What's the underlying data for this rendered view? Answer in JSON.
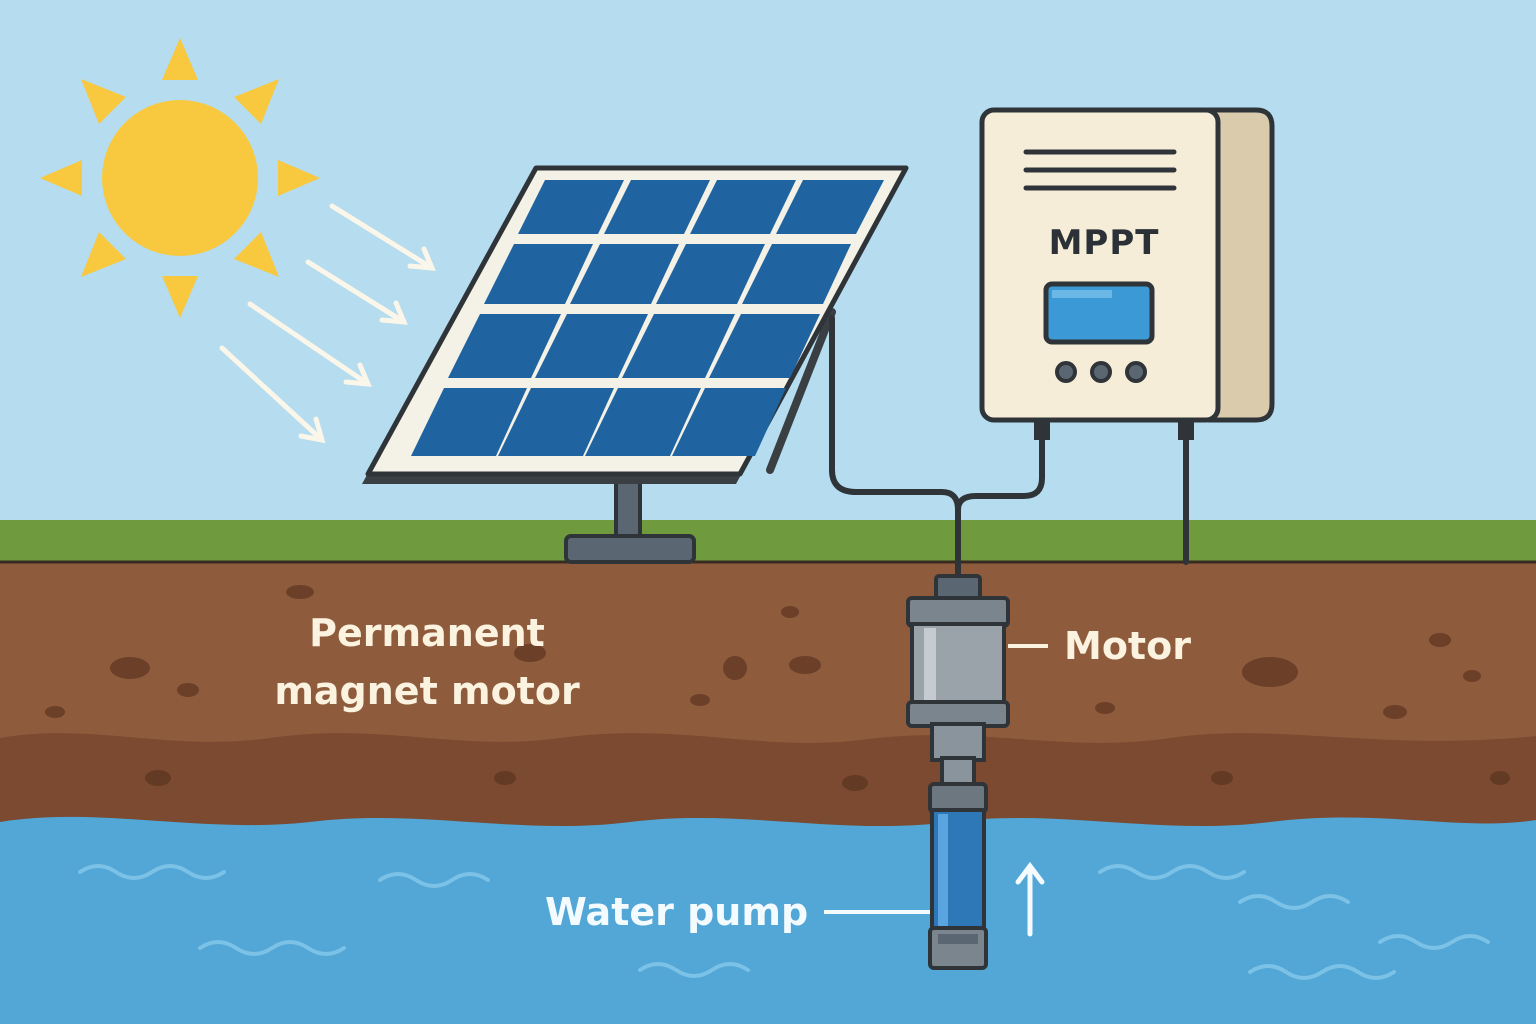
{
  "labels": {
    "permanent_magnet_motor": "Permanent magnet motor",
    "motor": "Motor",
    "water_pump": "Water pump",
    "controller": "MPPT"
  },
  "colors": {
    "sky": "#b5dcef",
    "sun": "#f8c93e",
    "grass": "#6f9a3e",
    "soil_upper": "#8e5c3d",
    "soil_lower": "#7b4a30",
    "water": "#52a7d6",
    "panel_cell": "#1f64a0",
    "controller_body": "#f6edd9",
    "outline": "#3a3f44",
    "label_text": "#fbf3df"
  }
}
